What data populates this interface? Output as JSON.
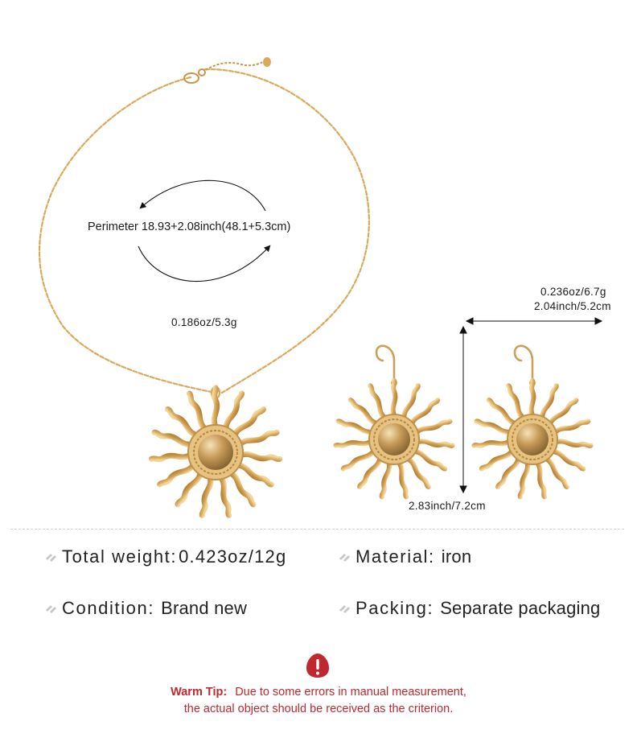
{
  "necklace": {
    "perimeter": "Perimeter 18.93+2.08inch(48.1+5.3cm)",
    "weight": "0.186oz/5.3g"
  },
  "earrings": {
    "weight": "0.236oz/6.7g",
    "width": "2.04inch/5.2cm",
    "height": "2.83inch/7.2cm"
  },
  "specs": {
    "total_weight_label": "Total weight:",
    "total_weight_value": "0.423oz/12g",
    "material_label": "Material:",
    "material_value": "iron",
    "condition_label": "Condition:",
    "condition_value": "Brand new",
    "packing_label": "Packing:",
    "packing_value": "Separate packaging"
  },
  "warm_tip": {
    "label": "Warm Tip:",
    "line1": "Due to some errors in manual measurement,",
    "line2": "the actual object should be received as the criterion."
  },
  "colors": {
    "gold": "#d9a95c",
    "accent_red": "#c0282f",
    "text": "#222222"
  }
}
